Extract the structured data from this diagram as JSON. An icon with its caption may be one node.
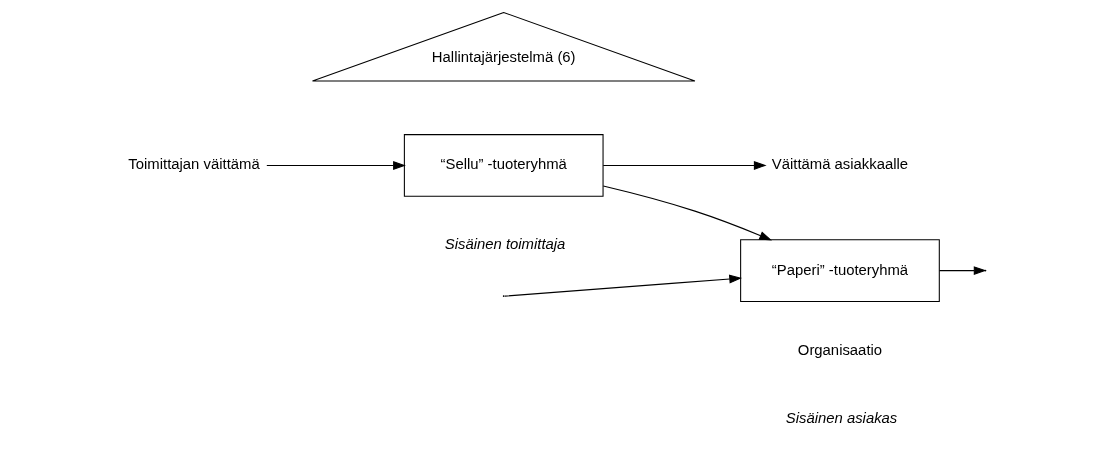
{
  "diagram": {
    "nodes": [
      {
        "text": [
          "Hallintajärjestelmä (6)"
        ]
      },
      {
        "text": [
          "Toimittajan väittämä"
        ]
      },
      {
        "text": [
          "“Sellu” -tuoteryhmä"
        ]
      },
      {
        "text": [
          "“Paperi” -tuoteryhmä"
        ]
      },
      {
        "text": [
          "Väittämä asiakkaalle"
        ]
      }
    ],
    "edges": [
      {
        "from": 1,
        "to": 2,
        "arrow": "to"
      },
      {
        "from": 2,
        "to": 4,
        "arrow": "to"
      },
      {
        "from": 2,
        "to": 3,
        "arrow": "to"
      },
      {
        "from": null,
        "to": 3,
        "arrow": "to"
      },
      {
        "from": 3,
        "to": null,
        "arrow": "to"
      }
    ],
    "labels": [
      "Sisäinen toimittaja",
      "Sisäinen asiakas",
      "Organisaatio"
    ]
  }
}
